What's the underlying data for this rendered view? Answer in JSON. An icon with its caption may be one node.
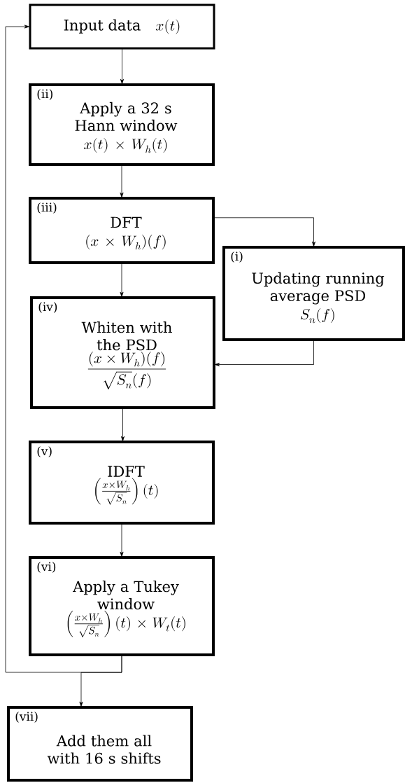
{
  "diagram": {
    "nodes": [
      {
        "text": [
          "Input data",
          "x(t)"
        ]
      },
      {
        "text": [
          "(ii)",
          "Apply a 32 s Hann window",
          "x(t)\\times W_h(t)"
        ]
      },
      {
        "text": [
          "(iii)",
          "DFT",
          "(x\\times W_h)(f)"
        ]
      },
      {
        "text": [
          "(i)",
          "Updating running average PSD",
          "S_n(f)"
        ]
      },
      {
        "text": [
          "(iv)",
          "Whiten with the PSD",
          "\\frac{(x\\times W_h)(f)}{\\sqrt{S_n}(f)}"
        ]
      },
      {
        "text": [
          "(v)",
          "IDFT",
          "\\left(\\frac{x\\times W_h}{\\sqrt{S_n}}\\right)(t)"
        ]
      },
      {
        "text": [
          "(vi)",
          "Apply a Tukey window",
          "\\left(\\frac{x\\times W_h}{\\sqrt{S_n}}\\right)(t)\\times W_t(t)"
        ]
      },
      {
        "text": [
          "(vii)",
          "Add them all with 16 s shifts"
        ]
      }
    ],
    "edges": [
      {
        "from": 0,
        "to": 1,
        "arrow": "to"
      },
      {
        "from": 1,
        "to": 2,
        "arrow": "to"
      },
      {
        "from": 2,
        "to": 3,
        "arrow": "to"
      },
      {
        "from": 2,
        "to": 4,
        "arrow": "to"
      },
      {
        "from": 3,
        "to": 4,
        "arrow": "to"
      },
      {
        "from": 4,
        "to": 5,
        "arrow": "to"
      },
      {
        "from": 5,
        "to": 6,
        "arrow": "to"
      },
      {
        "from": 6,
        "to": 0,
        "arrow": "to"
      },
      {
        "from": 6,
        "to": 7,
        "arrow": "to"
      }
    ]
  }
}
